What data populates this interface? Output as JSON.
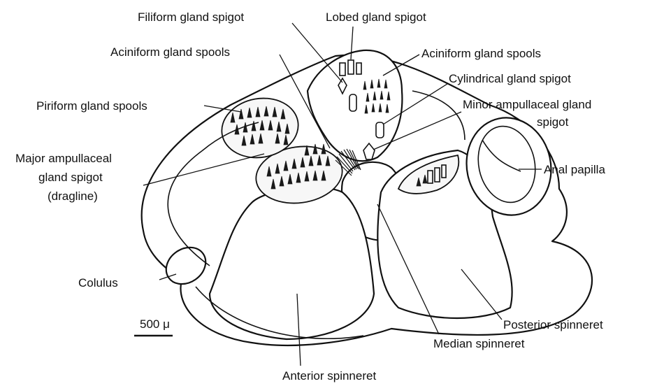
{
  "labels": {
    "filiform_gland_spigot": "Filiform gland spigot",
    "lobed_gland_spigot": "Lobed gland spigot",
    "aciniform_gland_spools_left": "Aciniform gland spools",
    "aciniform_gland_spools_right": "Aciniform gland spools",
    "cylindrical_gland_spigot": "Cylindrical gland spigot",
    "piriform_gland_spools": "Piriform gland spools",
    "minor_ampullaceal_line1": "Minor ampullaceal gland",
    "minor_ampullaceal_line2": "spigot",
    "major_ampullaceal_line1": "Major ampullaceal",
    "major_ampullaceal_line2": "gland spigot",
    "major_ampullaceal_line3": "(dragline)",
    "anal_papilla": "Anal papilla",
    "colulus": "Colulus",
    "scale_bar": "500 μ",
    "posterior_spinneret": "Posterior spinneret",
    "median_spinneret": "Median spinneret",
    "anterior_spinneret": "Anterior spinneret"
  }
}
